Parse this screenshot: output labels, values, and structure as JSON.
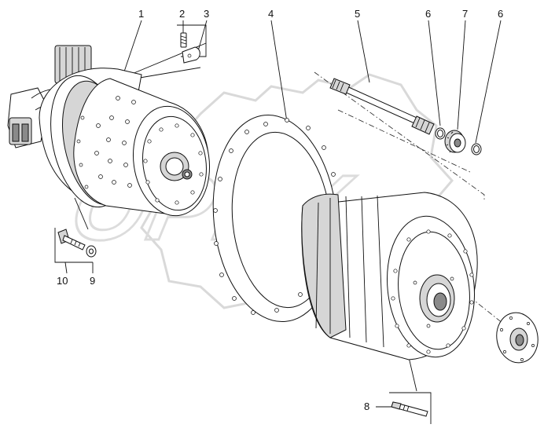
{
  "diagram": {
    "corner_mark": "",
    "watermark": "OPEX",
    "callouts": [
      {
        "id": "1",
        "text": "1"
      },
      {
        "id": "2",
        "text": "2"
      },
      {
        "id": "3",
        "text": "3"
      },
      {
        "id": "4",
        "text": "4"
      },
      {
        "id": "5",
        "text": "5"
      },
      {
        "id": "6a",
        "text": "6"
      },
      {
        "id": "7",
        "text": "7"
      },
      {
        "id": "6b",
        "text": "6"
      },
      {
        "id": "8",
        "text": "8"
      },
      {
        "id": "9",
        "text": "9"
      },
      {
        "id": "10",
        "text": "10"
      }
    ]
  }
}
